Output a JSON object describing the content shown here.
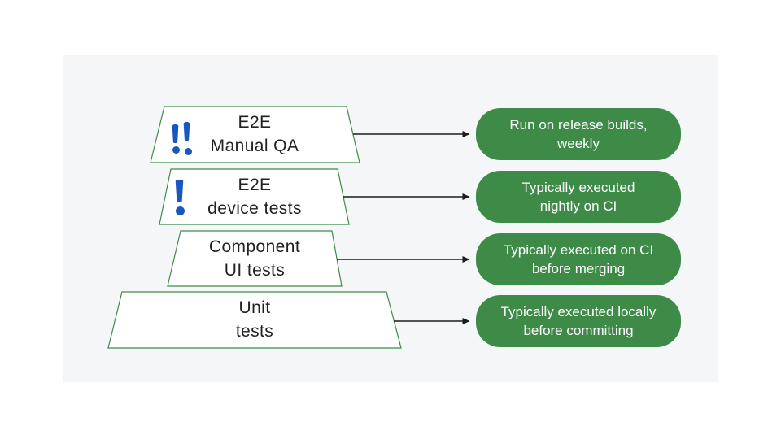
{
  "pyramid": {
    "levels": [
      {
        "id": "e2e-manual-qa",
        "label": "E2E\nManual QA",
        "icon": "double-exclamation-icon",
        "annotation": "Run on release builds,\nweekly"
      },
      {
        "id": "e2e-device-tests",
        "label": "E2E\ndevice tests",
        "icon": "exclamation-icon",
        "annotation": "Typically executed\nnightly on CI"
      },
      {
        "id": "component-ui-tests",
        "label": "Component\nUI tests",
        "icon": "none",
        "annotation": "Typically executed on CI\nbefore merging"
      },
      {
        "id": "unit-tests",
        "label": "Unit\ntests",
        "icon": "none",
        "annotation": "Typically executed locally\nbefore committing"
      }
    ]
  },
  "colors": {
    "panel_background": "#F4F6F8",
    "pill_green": "#3E8A47",
    "trapezoid_border_green": "#3E8A4A",
    "trapezoid_fill": "#FFFFFF",
    "icon_blue": "#1857C0",
    "label_text": "#202124",
    "pill_text": "#FFFFFF",
    "arrow": "#1B1B1B"
  }
}
